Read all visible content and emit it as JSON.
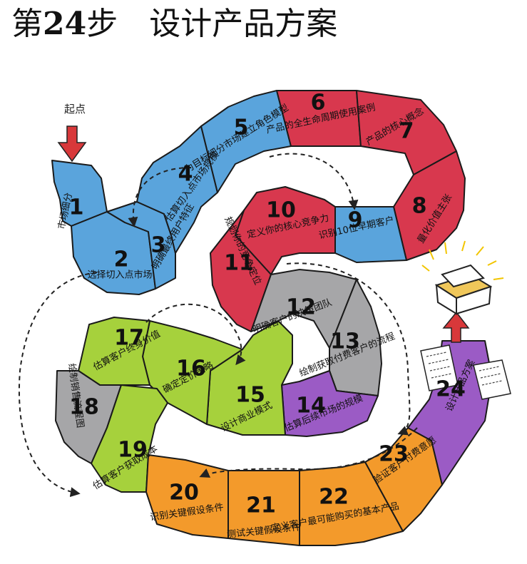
{
  "title": {
    "step_prefix": "第",
    "step_number": "24",
    "step_suffix": "步",
    "text": "设计产品方案"
  },
  "start_label": "起点",
  "colors": {
    "blue": "#5aa4dc",
    "red": "#d8384e",
    "gray": "#a6a6a8",
    "purple": "#9b5bc5",
    "green": "#a6d13c",
    "orange": "#f39a2b",
    "arrow": "#d8383a"
  },
  "steps": [
    {
      "n": "1",
      "label": "市场细分",
      "color": "blue"
    },
    {
      "n": "2",
      "label": "选择切入点市场",
      "color": "blue"
    },
    {
      "n": "3",
      "label": "明确最终用户特征",
      "color": "blue"
    },
    {
      "n": "4",
      "label": "估算切入点市场规模",
      "color": "blue"
    },
    {
      "n": "5",
      "label": "为目标细分市场建立角色模型",
      "color": "blue"
    },
    {
      "n": "6",
      "label": "产品的全生命周期使用案例",
      "color": "red"
    },
    {
      "n": "7",
      "label": "产品的核心概念",
      "color": "red"
    },
    {
      "n": "8",
      "label": "量化价值主张",
      "color": "red"
    },
    {
      "n": "9",
      "label": "识别10位早期客户",
      "color": "blue"
    },
    {
      "n": "10",
      "label": "定义你的核心竞争力",
      "color": "red"
    },
    {
      "n": "11",
      "label": "规划你的竞争定位",
      "color": "red"
    },
    {
      "n": "12",
      "label": "明确客户的决策团队",
      "color": "gray"
    },
    {
      "n": "13",
      "label": "绘制获取付费客户的流程",
      "color": "gray"
    },
    {
      "n": "14",
      "label": "估算后续市场的规模",
      "color": "purple"
    },
    {
      "n": "15",
      "label": "设计商业模式",
      "color": "green"
    },
    {
      "n": "16",
      "label": "确定定价策略",
      "color": "green"
    },
    {
      "n": "17",
      "label": "估算客户终身价值",
      "color": "green"
    },
    {
      "n": "18",
      "label": "绘制销售流程图",
      "color": "gray"
    },
    {
      "n": "19",
      "label": "估算客户获取成本",
      "color": "green"
    },
    {
      "n": "20",
      "label": "识别关键假设条件",
      "color": "orange"
    },
    {
      "n": "21",
      "label": "测试关键假设条件",
      "color": "orange"
    },
    {
      "n": "22",
      "label": "定义客户最可能购买的基本产品",
      "color": "orange"
    },
    {
      "n": "23",
      "label": "验证客户付费意愿",
      "color": "orange"
    },
    {
      "n": "24",
      "label": "设计产品方案",
      "color": "purple"
    }
  ]
}
